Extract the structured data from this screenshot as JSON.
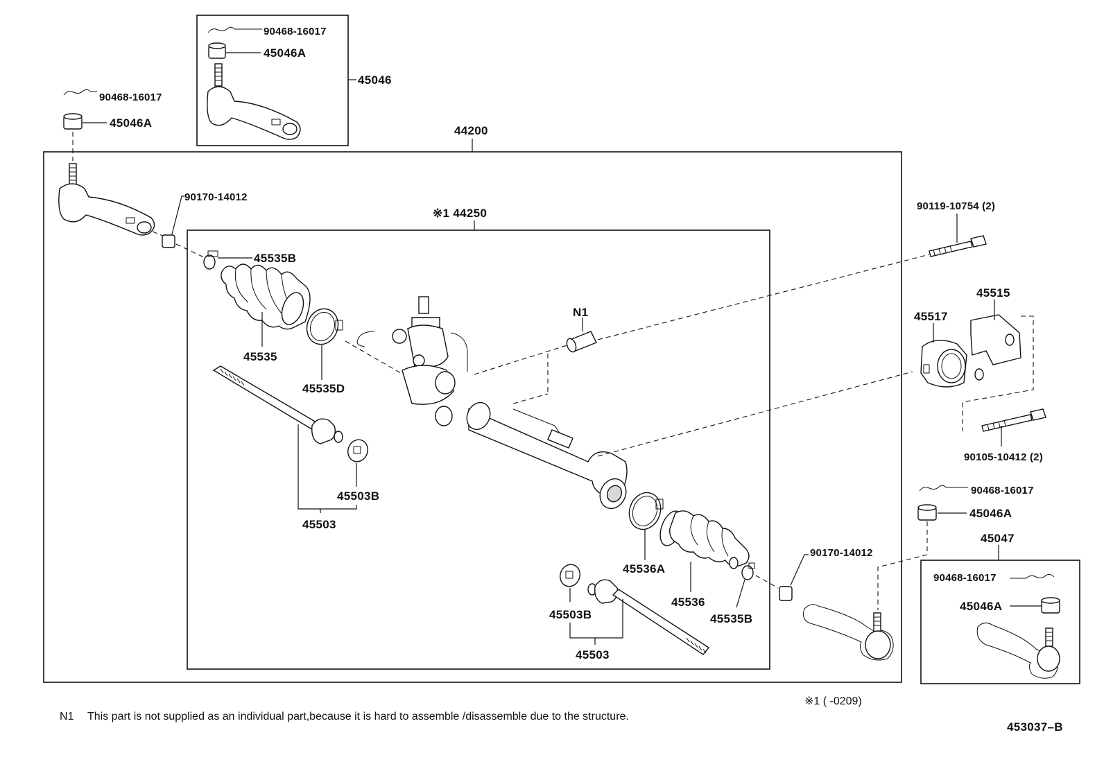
{
  "diagram": {
    "labels": {
      "assembly_44200": "44200",
      "subassembly_44250": "※1 44250",
      "end_45046": "45046",
      "end_45047": "45047",
      "pin_top_box": "90468-16017",
      "nut_top_box": "45046A",
      "pin_left": "90468-16017",
      "nut_left": "45046A",
      "nut_9017_left": "90170-14012",
      "clamp_45535B_upper": "45535B",
      "boot_45535": "45535",
      "clamp_45535D": "45535D",
      "rod_45503_left": "45503",
      "washer_45503B_left": "45503B",
      "n1_label": "N1",
      "bolt_upper_right": "90119-10754 (2)",
      "bracket_45515": "45515",
      "bushing_45517": "45517",
      "bolt_lower_right": "90105-10412 (2)",
      "pin_right": "90468-16017",
      "nut_right": "45046A",
      "clamp_45536A": "45536A",
      "boot_45536": "45536",
      "clamp_45535B_lower": "45535B",
      "nut_9017_right": "90170-14012",
      "washer_45503B_right": "45503B",
      "rod_45503_right": "45503",
      "pin_right_box": "90468-16017",
      "nut_right_box": "45046A"
    },
    "footnote_mark": "※1 (      -0209)",
    "note_code": "N1",
    "note_text": "This part is not supplied as an individual part,because it is hard to assemble /disassemble due to the structure.",
    "figure_id": "453037–B"
  }
}
